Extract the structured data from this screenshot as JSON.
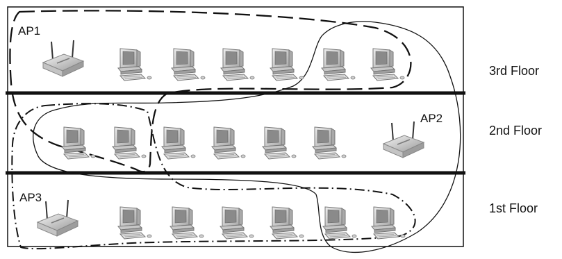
{
  "access_points": [
    {
      "id": "ap1",
      "label": "AP1"
    },
    {
      "id": "ap2",
      "label": "AP2"
    },
    {
      "id": "ap3",
      "label": "AP3"
    }
  ],
  "floors": [
    {
      "id": "floor-3",
      "label": "3rd Floor"
    },
    {
      "id": "floor-2",
      "label": "2nd Floor"
    },
    {
      "id": "floor-1",
      "label": "1st Floor"
    }
  ],
  "icons": {
    "access_point": "wireless-router-icon",
    "computer": "desktop-computer-icon"
  },
  "colors": {
    "line": "#111111",
    "device_light": "#e6e6e6",
    "device_mid": "#b5b5b5",
    "device_dark": "#6f6f6f",
    "screen": "#8a8a8a"
  }
}
